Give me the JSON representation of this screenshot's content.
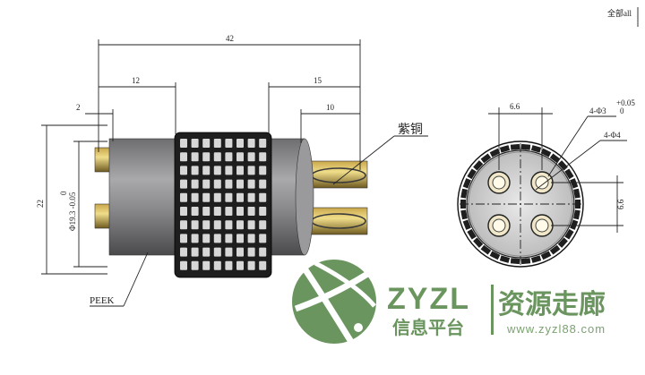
{
  "drawing": {
    "note": "全部all",
    "side_view": {
      "dims": {
        "overall": "42",
        "left_body": "12",
        "right_pins": "15",
        "pin_length": "10",
        "small_offset": "2",
        "height": "22",
        "diameter": "Φ19.3 -0.05",
        "diameter_upper_tol": "0"
      },
      "material_copper": "紫铜",
      "material_body": "PEEK"
    },
    "end_view": {
      "dim_spacing_h": "6.6",
      "dim_spacing_v": "6.6",
      "dim_hole_small": "4-Φ3",
      "tol_upper": "+0.05",
      "tol_lower": "0",
      "dim_hole_large": "4-Φ4"
    }
  },
  "watermark": {
    "brand": "ZYZL",
    "cn_title": "资源走廊",
    "subtitle": "信息平台",
    "url": "www.zyzl88.com",
    "color": "#5b8a4e"
  }
}
